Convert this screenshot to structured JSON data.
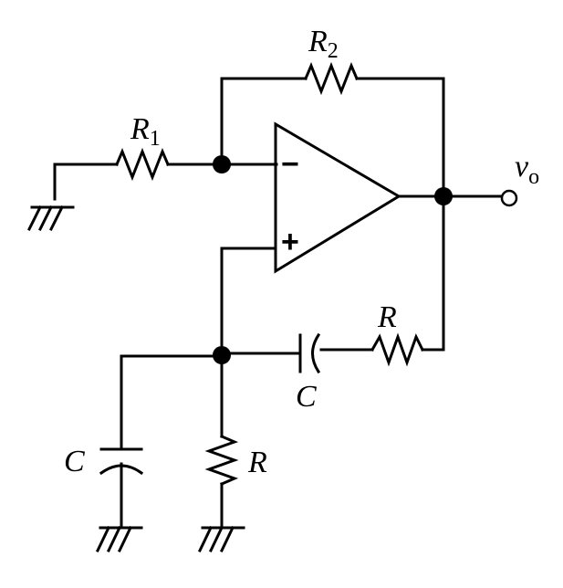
{
  "labels": {
    "r1_name": "R",
    "r1_sub": "1",
    "r2_name": "R",
    "r2_sub": "2",
    "output_name": "v",
    "output_sub": "o",
    "r_series": "R",
    "c_series": "C",
    "c_shunt": "C",
    "r_shunt": "R"
  },
  "opamp": {
    "inverting_sign": "−",
    "noninverting_sign": "+"
  },
  "colors": {
    "ink": "#000000",
    "background": "#ffffff"
  }
}
